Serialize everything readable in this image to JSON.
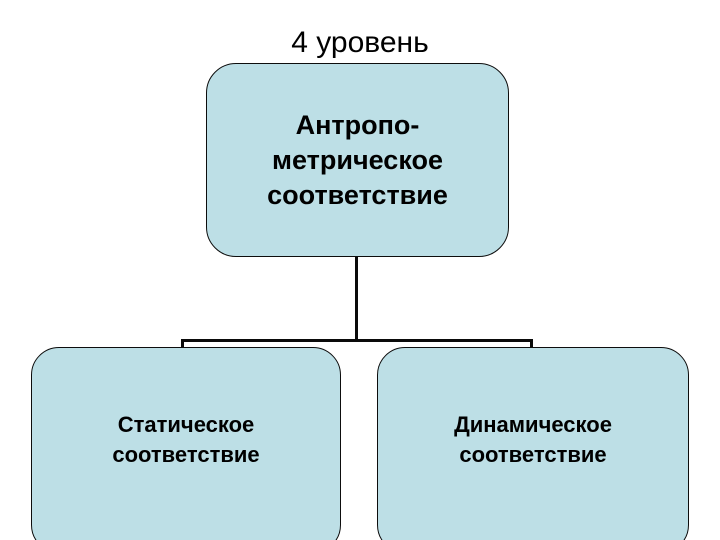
{
  "slide": {
    "title": "4 уровень",
    "background_color": "#ffffff"
  },
  "theme": {
    "node_fill": "#bddfe6",
    "node_border": "#0d0d0d",
    "text_color": "#000000",
    "connector_color": "#0a0a0a"
  },
  "diagram": {
    "type": "hierarchy",
    "root": {
      "id": "antropometricheskoe-sootvetstvie",
      "lines": [
        "Антропо-",
        "метрическое",
        "соответствие"
      ],
      "text": "Антропометрическое соответствие"
    },
    "children": [
      {
        "id": "staticheskoe-sootvetstvie",
        "lines": [
          "Статическое",
          "соответствие"
        ],
        "text": "Статическое соответствие"
      },
      {
        "id": "dinamicheskoe-sootvetstvie",
        "lines": [
          "Динамическое",
          "соответствие"
        ],
        "text": "Динамическое соответствие"
      }
    ]
  }
}
